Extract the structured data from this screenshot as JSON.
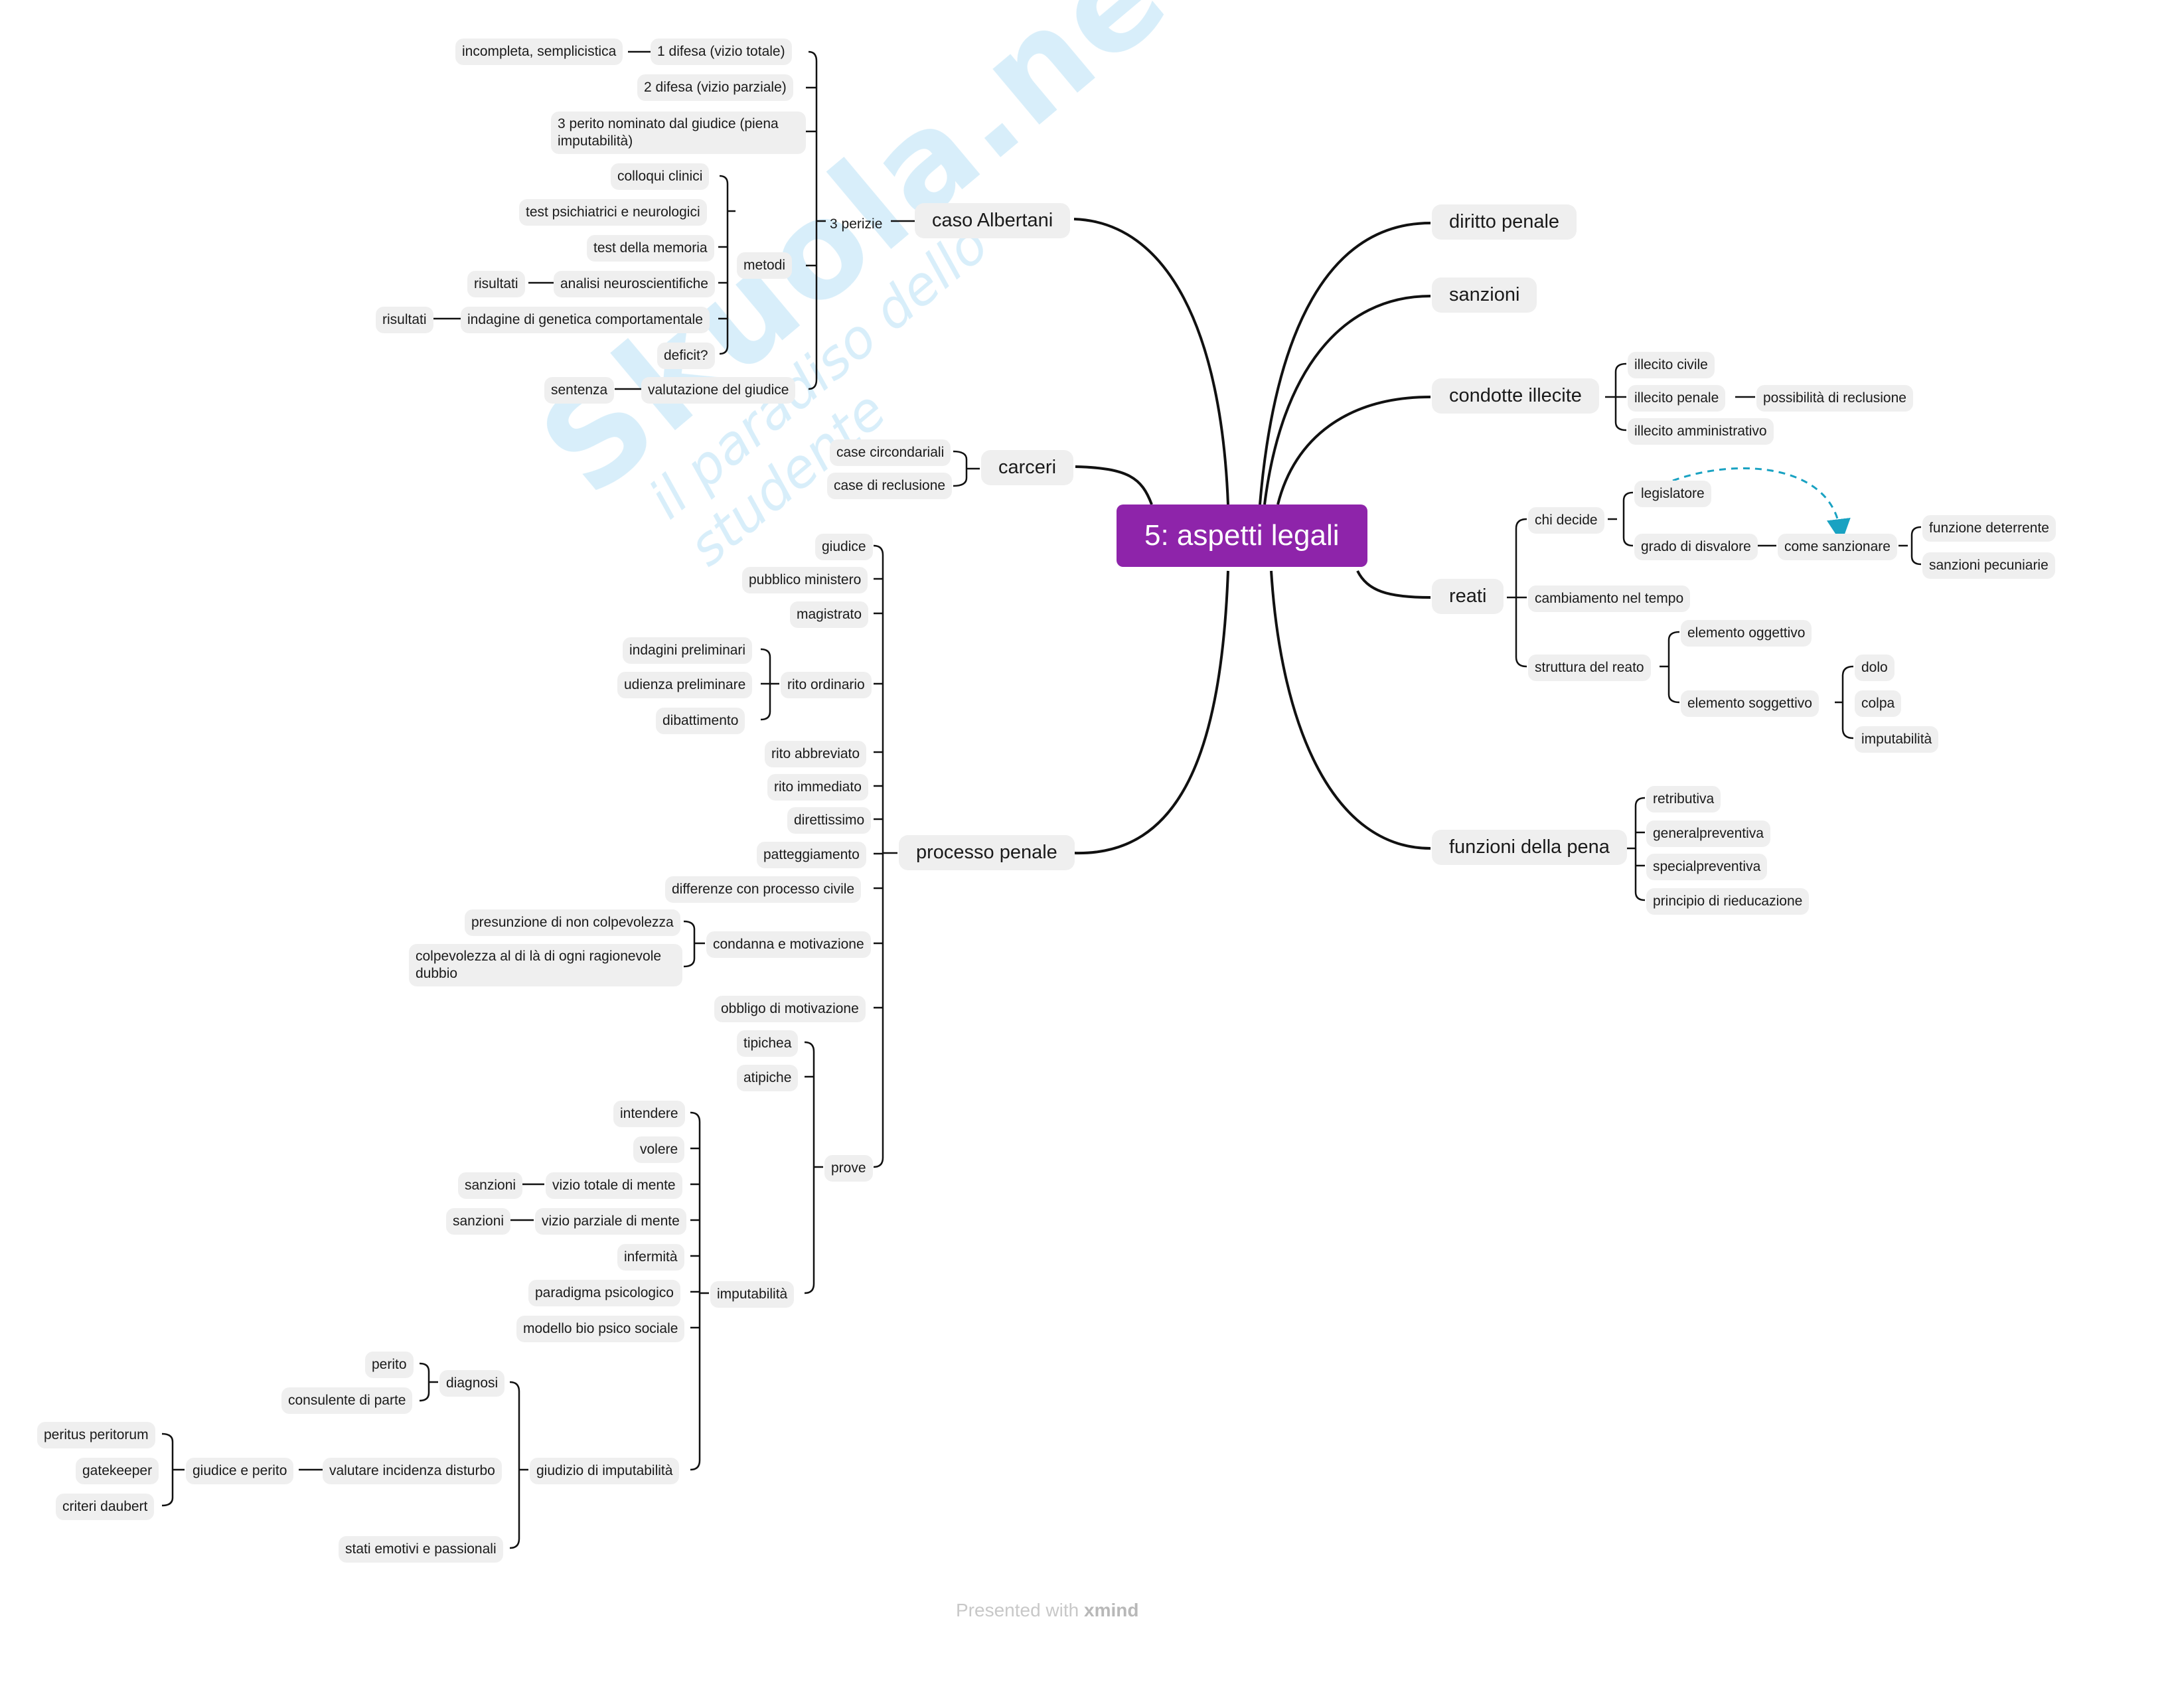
{
  "center": "5: aspetti legali",
  "watermark": {
    "brand": "Skuola.net",
    "tagline": "il paradiso dello studente"
  },
  "footer": {
    "prefix": "Presented with",
    "brand": "xmind"
  },
  "colors": {
    "center": "#8e24aa",
    "node_bg": "#efefef",
    "line": "#111111",
    "relation": "#19a2c2"
  },
  "left": {
    "caso_albertani": {
      "label": "caso Albertani",
      "perizie": "3 perizie",
      "difesa1": "1 difesa (vizio totale)",
      "difesa1_note": "incompleta, semplicistica",
      "difesa2": "2 difesa (vizio parziale)",
      "perito": "3 perito nominato dal giudice (piena imputabilità)",
      "metodi": "metodi",
      "metodi_items": [
        "colloqui clinici",
        "test psichiatrici e neurologici",
        "test della memoria",
        "analisi neuroscientifiche",
        "indagine di genetica comportamentale",
        "deficit?"
      ],
      "risultati1": "risultati",
      "risultati2": "risultati",
      "valutazione": "valutazione del giudice",
      "sentenza": "sentenza"
    },
    "carceri": {
      "label": "carceri",
      "items": [
        "case circondariali",
        "case di reclusione"
      ]
    },
    "processo_penale": {
      "label": "processo penale",
      "giudice": "giudice",
      "pm": "pubblico ministero",
      "magistrato": "magistrato",
      "rito_ordinario": "rito ordinario",
      "rito_ordinario_items": [
        "indagini preliminari",
        "udienza preliminare",
        "dibattimento"
      ],
      "rito_abbreviato": "rito abbreviato",
      "rito_immediato": "rito immediato",
      "direttissimo": "direttissimo",
      "patteggiamento": "patteggiamento",
      "differenze": "differenze con processo  civile",
      "condanna": "condanna e motivazione",
      "condanna_items": [
        "presunzione di non colpevolezza",
        "colpevolezza al di là di ogni ragionevole dubbio"
      ],
      "obbligo": "obbligo di motivazione",
      "prove": "prove",
      "tipichea": "tipichea",
      "atipiche": "atipiche",
      "imputabilita": "imputabilità",
      "imp_items": [
        "intendere",
        "volere",
        "vizio totale di mente",
        "vizio parziale di mente",
        "infermità",
        "paradigma psicologico",
        "modello bio psico sociale"
      ],
      "sanzioni1": "sanzioni",
      "sanzioni2": "sanzioni",
      "giudizio": "giudizio di imputabilità",
      "diagnosi": "diagnosi",
      "diagnosi_items": [
        "perito",
        "consulente di parte"
      ],
      "valutare": "valutare incidenza disturbo",
      "giudice_perito": "giudice e perito",
      "gp_items": [
        "peritus peritorum",
        "gatekeeper",
        "criteri daubert"
      ],
      "stati": "stati emotivi e passionali"
    }
  },
  "right": {
    "diritto_penale": "diritto penale",
    "sanzioni": "sanzioni",
    "condotte": {
      "label": "condotte illecite",
      "civile": "illecito civile",
      "penale": "illecito penale",
      "reclusione": "possibilità di reclusione",
      "amministrativo": "illecito amministrativo"
    },
    "reati": {
      "label": "reati",
      "chi_decide": "chi decide",
      "legislatore": "legislatore",
      "grado": "grado di disvalore",
      "come": "come sanzionare",
      "deterrente": "funzione deterrente",
      "pecuniarie": "sanzioni pecuniarie",
      "cambiamento": "cambiamento nel tempo",
      "struttura": "struttura del reato",
      "oggettivo": "elemento oggettivo",
      "soggettivo": "elemento soggettivo",
      "sogg_items": [
        "dolo",
        "colpa",
        "imputabilità"
      ]
    },
    "funzioni": {
      "label": "funzioni della pena",
      "items": [
        "retributiva",
        "generalpreventiva",
        "specialpreventiva",
        "principio di rieducazione"
      ]
    }
  }
}
